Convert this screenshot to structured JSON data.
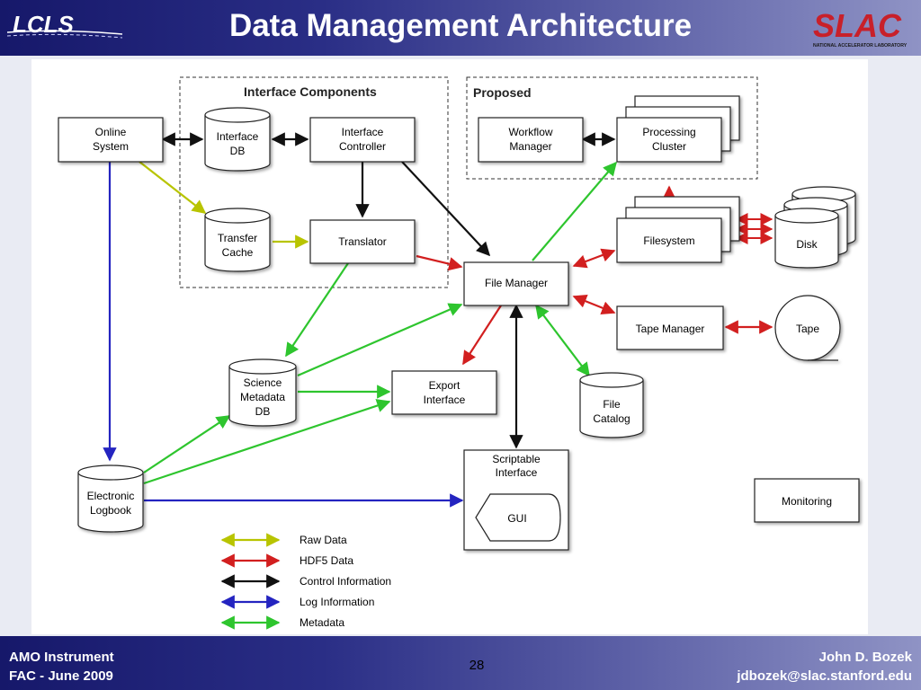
{
  "header": {
    "title": "Data Management Architecture",
    "left_logo": "LCLS",
    "right_logo": "SLAC",
    "right_logo_sub": "NATIONAL ACCELERATOR LABORATORY"
  },
  "footer": {
    "left_line1": "AMO  Instrument",
    "left_line2": "FAC - June 2009",
    "page": "28",
    "right_line1": "John D. Bozek",
    "right_line2": "jdbozek@slac.stanford.edu"
  },
  "diagram": {
    "groups": {
      "interface": "Interface Components",
      "proposed": "Proposed"
    },
    "nodes": {
      "online_system": [
        "Online",
        "System"
      ],
      "interface_db": [
        "Interface",
        "DB"
      ],
      "interface_controller": [
        "Interface",
        "Controller"
      ],
      "workflow_manager": [
        "Workflow",
        "Manager"
      ],
      "processing_cluster": [
        "Processing",
        "Cluster"
      ],
      "transfer_cache": [
        "Transfer",
        "Cache"
      ],
      "translator": "Translator",
      "filesystem": "Filesystem",
      "disk": "Disk",
      "file_manager": "File Manager",
      "tape_manager": "Tape Manager",
      "tape": "Tape",
      "science_metadata_db": [
        "Science",
        "Metadata",
        "DB"
      ],
      "export_interface": [
        "Export",
        "Interface"
      ],
      "file_catalog": [
        "File",
        "Catalog"
      ],
      "scriptable_interface": [
        "Scriptable",
        "Interface"
      ],
      "gui": "GUI",
      "electronic_logbook": [
        "Electronic",
        "Logbook"
      ],
      "monitoring": "Monitoring"
    },
    "legend": [
      {
        "label": "Raw Data",
        "color": "#b8c400"
      },
      {
        "label": "HDF5 Data",
        "color": "#d21f1f"
      },
      {
        "label": "Control Information",
        "color": "#111111"
      },
      {
        "label": "Log Information",
        "color": "#2424c0"
      },
      {
        "label": "Metadata",
        "color": "#2ec52e"
      }
    ]
  }
}
